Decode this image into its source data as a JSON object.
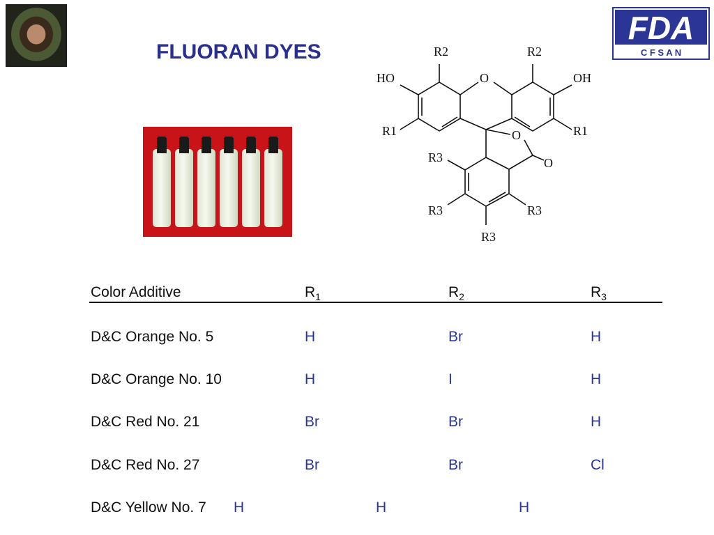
{
  "title": "FLUORAN DYES",
  "logo": {
    "main": "FDA",
    "sub": "C F S A N"
  },
  "structure_labels": {
    "r2_left": "R2",
    "r2_right": "R2",
    "ho": "HO",
    "o_top": "O",
    "oh": "OH",
    "r1_left": "R1",
    "r1_right": "R1",
    "o_ring": "O",
    "o_carbonyl": "O",
    "r3_upper": "R3",
    "r3_left": "R3",
    "r3_right": "R3",
    "r3_bottom": "R3"
  },
  "table": {
    "headers": {
      "name": "Color Additive",
      "r1_base": "R",
      "r1_sub": "1",
      "r2_base": "R",
      "r2_sub": "2",
      "r3_base": "R",
      "r3_sub": "3"
    },
    "rows": [
      {
        "name": "D&C Orange No. 5",
        "r1": "H",
        "r2": "Br",
        "r3": "H"
      },
      {
        "name": "D&C Orange No. 10",
        "r1": "H",
        "r2": "I",
        "r3": "H"
      },
      {
        "name": "D&C Red No. 21",
        "r1": "Br",
        "r2": "Br",
        "r3": "H"
      },
      {
        "name": "D&C Red No. 27",
        "r1": "Br",
        "r2": "Br",
        "r3": "Cl"
      },
      {
        "name": "D&C Yellow No. 7",
        "r1": "H",
        "r2": "H",
        "r3": "H"
      }
    ]
  },
  "colors": {
    "title": "#2a2f8e",
    "values": "#2a3596",
    "logo": "#2a3596",
    "photo_bg": "#c81418"
  }
}
